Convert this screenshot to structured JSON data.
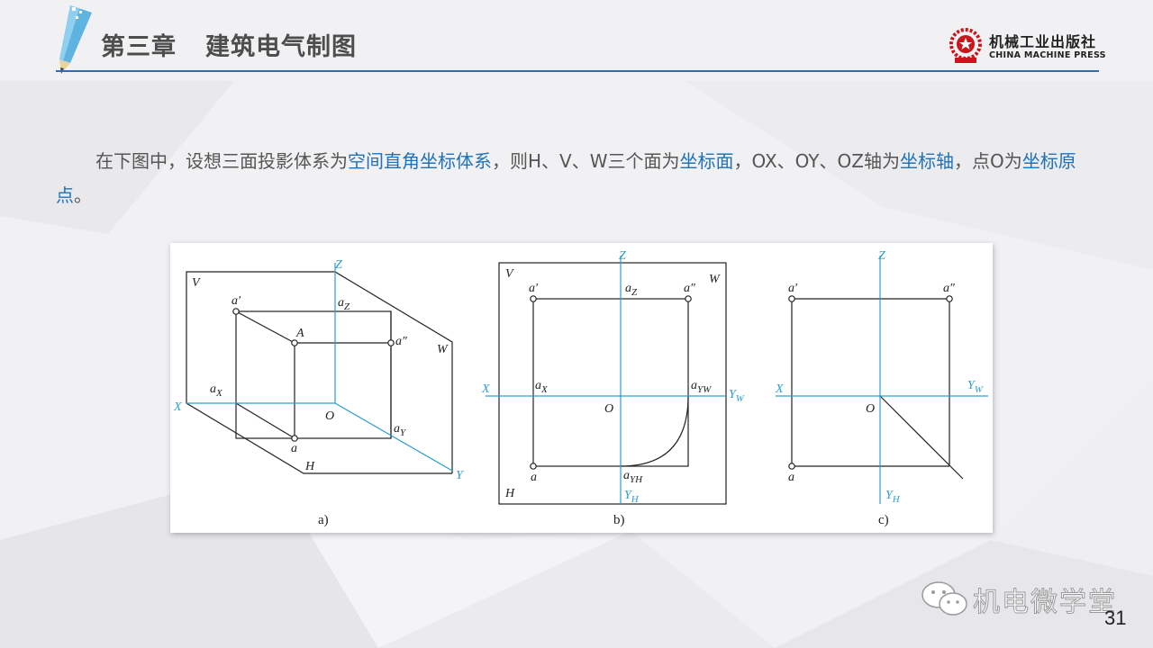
{
  "header": {
    "chapter": "第三章",
    "title": "建筑电气制图"
  },
  "logo": {
    "name_cn": "机械工业出版社",
    "name_en": "CHINA MACHINE PRESS"
  },
  "paragraph": [
    {
      "text": "在下图中，设想三面投影体系为",
      "highlight": false
    },
    {
      "text": "空间直角坐标体系",
      "highlight": true
    },
    {
      "text": "，则H、V、W三个面为",
      "highlight": false
    },
    {
      "text": "坐标面",
      "highlight": true
    },
    {
      "text": "，OX、OY、OZ轴为",
      "highlight": false
    },
    {
      "text": "坐标轴",
      "highlight": true
    },
    {
      "text": "，点O为",
      "highlight": false
    },
    {
      "text": "坐标原点",
      "highlight": true
    },
    {
      "text": "。",
      "highlight": false
    }
  ],
  "figure": {
    "axis_color": "#2a9fd6",
    "line_color": "#222222",
    "a": {
      "caption": "a)",
      "plane_V": "V",
      "plane_W": "W",
      "plane_H": "H",
      "axis_Z": "Z",
      "axis_X": "X",
      "axis_Y": "Y",
      "origin": "O",
      "point_A": "A",
      "a_prime": "a′",
      "a_double": "a″",
      "a": "a",
      "aX": "a",
      "aX_sub": "X",
      "aY": "a",
      "aY_sub": "Y",
      "aZ": "a",
      "aZ_sub": "Z"
    },
    "b": {
      "caption": "b)",
      "plane_V": "V",
      "plane_W": "W",
      "plane_H": "H",
      "axis_Z": "Z",
      "axis_X": "X",
      "axis_YW": "Y",
      "axis_YW_sub": "W",
      "axis_YH": "Y",
      "axis_YH_sub": "H",
      "origin": "O",
      "a_prime": "a′",
      "a_double": "a″",
      "a": "a",
      "aZ": "a",
      "aZ_sub": "Z",
      "aX": "a",
      "aX_sub": "X",
      "aYW": "a",
      "aYW_sub": "YW",
      "aYH": "a",
      "aYH_sub": "YH"
    },
    "c": {
      "caption": "c)",
      "axis_Z": "Z",
      "axis_X": "X",
      "axis_YW": "Y",
      "axis_YW_sub": "W",
      "axis_YH": "Y",
      "axis_YH_sub": "H",
      "origin": "O",
      "a_prime": "a′",
      "a_double": "a″",
      "a": "a"
    }
  },
  "watermark": "机电微学堂",
  "page_number": "31",
  "colors": {
    "accent": "#2b6fae",
    "highlight_text": "#1f72b8",
    "logo_red": "#c8161d"
  }
}
